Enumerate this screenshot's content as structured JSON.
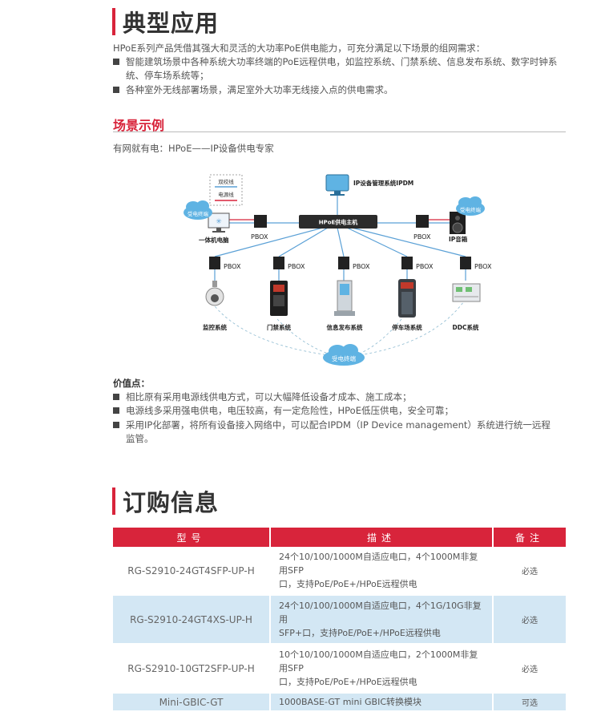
{
  "section1": {
    "title": "典型应用",
    "intro": "HPoE系列产品凭借其强大和灵活的大功率PoE供电能力，可充分满足以下场景的组网需求：",
    "bullets": [
      [
        "智能建筑场景中各种系统大功率终端的PoE远程供电，如监控系统、门禁系统、信息发布系统、数字时钟系",
        "统、停车场系统等；"
      ],
      [
        "各种室外无线部署场景，满足室外大功率无线接入点的供电需求。"
      ]
    ]
  },
  "scenario": {
    "title": "场景示例",
    "caption": "有网就有电：HPoE——IP设备供电专家"
  },
  "diagram": {
    "legend_twisted": "双绞线",
    "legend_power": "电源线",
    "ipdm_label": "IP设备管理系统IPDM",
    "host_label": "HPoE供电主机",
    "pbox_label": "PBOX",
    "powered_terminal": "受电终端",
    "pc_label": "一体机电脑",
    "speaker_label": "IP音箱",
    "systems": [
      "监控系统",
      "门禁系统",
      "信息发布系统",
      "停车场系统",
      "DDC系统"
    ],
    "colors": {
      "twisted": "#5aa0d6",
      "power": "#d8243b",
      "device": "#222222",
      "cloud": "#5fb3e3"
    }
  },
  "value": {
    "title": "价值点：",
    "bullets": [
      [
        "相比原有采用电源线供电方式，可以大幅降低设备才成本、施工成本；"
      ],
      [
        "电源线多采用强电供电，电压较高，有一定危险性，HPoE低压供电，安全可靠；"
      ],
      [
        "采用IP化部署，将所有设备接入网络中，可以配合IPDM（IP Device management）系统进行统一远程",
        "监管。"
      ]
    ]
  },
  "section2": {
    "title": "订购信息"
  },
  "table": {
    "headers": [
      "型号",
      "描述",
      "备注"
    ],
    "rows": [
      {
        "model": "RG-S2910-24GT4SFP-UP-H",
        "desc": [
          "24个10/100/1000M自适应电口，4个1000M非复用SFP",
          "口，支持PoE/PoE+/HPoE远程供电"
        ],
        "note": "必选"
      },
      {
        "model": "RG-S2910-24GT4XS-UP-H",
        "desc": [
          "24个10/100/1000M自适应电口，4个1G/10G非复用",
          "SFP+口，支持PoE/PoE+/HPoE远程供电"
        ],
        "note": "必选"
      },
      {
        "model": "RG-S2910-10GT2SFP-UP-H",
        "desc": [
          "10个10/100/1000M自适应电口，2个1000M非复用SFP",
          "口，支持PoE/PoE+/HPoE远程供电"
        ],
        "note": "必选"
      },
      {
        "model": "Mini-GBIC-GT",
        "desc": [
          "1000BASE-GT mini GBIC转换模块"
        ],
        "note": "可选"
      }
    ]
  },
  "accent_color": "#d8243b",
  "table_alt_color": "#d3e7f4"
}
